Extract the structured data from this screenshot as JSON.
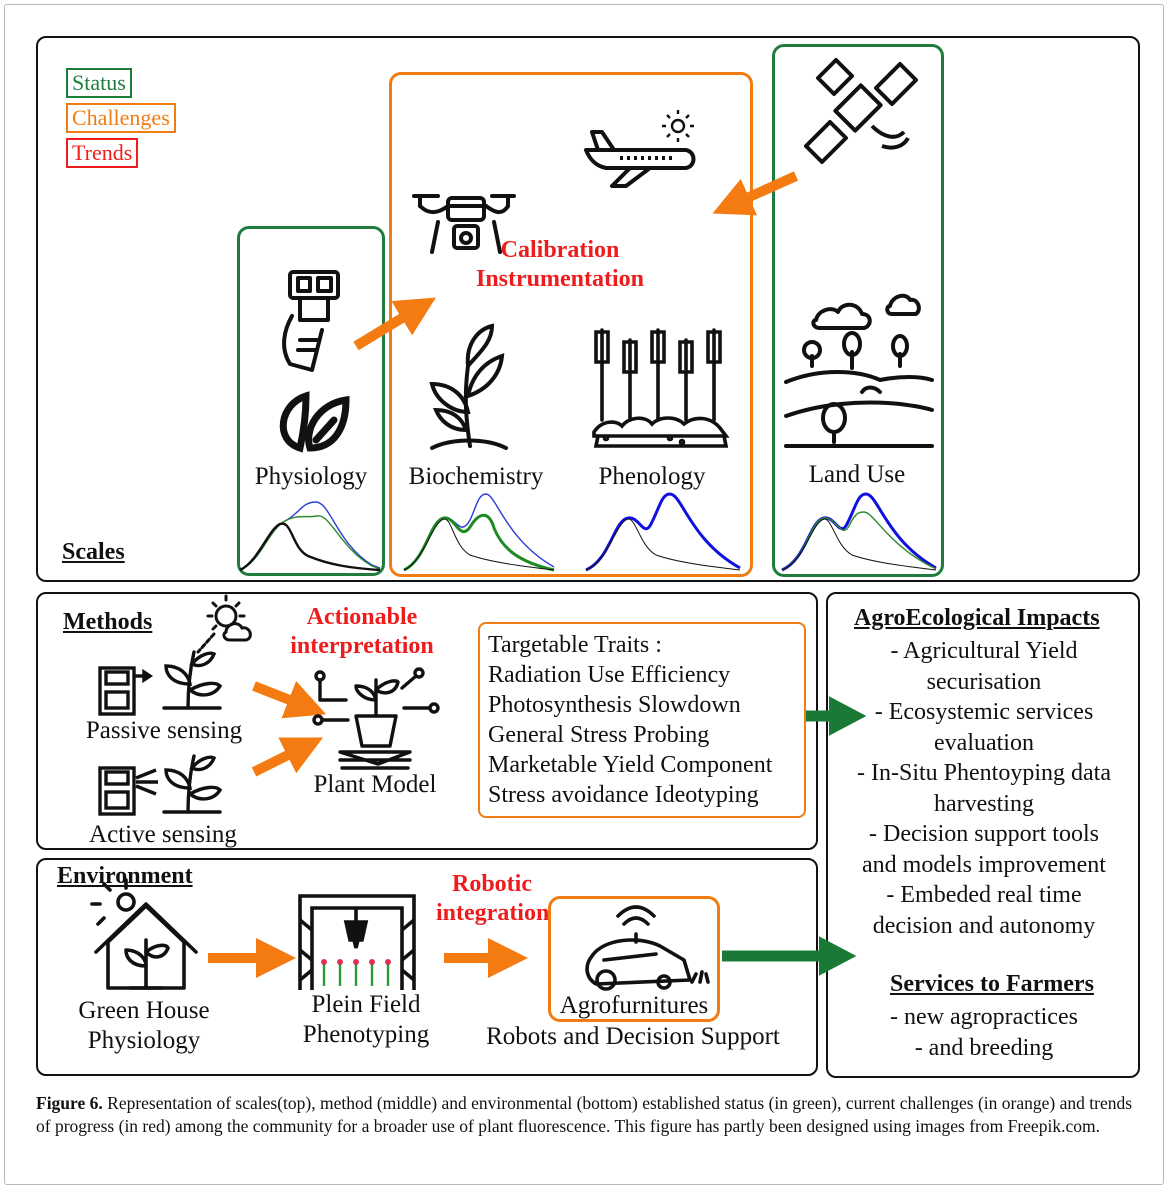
{
  "legend": {
    "status": "Status",
    "challenges": "Challenges",
    "trends": "Trends"
  },
  "colors": {
    "status": "#1e7d3c",
    "challenges": "#f07d14",
    "trends": "#ee1c1c"
  },
  "scales": {
    "header": "Scales",
    "labels": {
      "physiology": "Physiology",
      "biochemistry": "Biochemistry",
      "phenology": "Phenology",
      "land_use": "Land Use"
    },
    "calibration": [
      "Calibration",
      "Instrumentation"
    ]
  },
  "methods": {
    "header": "Methods",
    "actionable": [
      "Actionable",
      "interpretation"
    ],
    "passive": "Passive sensing",
    "active": "Active sensing",
    "plant_model": "Plant Model",
    "traits": [
      "Targetable Traits :",
      "Radiation Use Efficiency",
      "Photosynthesis Slowdown",
      "General Stress Probing",
      "Marketable Yield Component",
      "Stress avoidance Ideotyping"
    ]
  },
  "environment": {
    "header": "Environment",
    "greenhouse": [
      "Green House",
      "Physiology"
    ],
    "field": [
      "Plein Field",
      "Phenotyping"
    ],
    "robotic": [
      "Robotic",
      "integration"
    ],
    "agrofurnitures": "Agrofurnitures",
    "robots": "Robots and Decision Support"
  },
  "impacts": {
    "header": "AgroEcological Impacts",
    "items": [
      "- Agricultural Yield",
      "securisation",
      "- Ecosystemic services",
      "evaluation",
      "- In-Situ Phentoyping data",
      "harvesting",
      "- Decision support tools",
      "and models improvement",
      "- Embeded real time",
      "decision and autonomy"
    ],
    "services_header": "Services to Farmers",
    "services": [
      "- new agropractices",
      "- and breeding"
    ]
  },
  "caption": {
    "label": "Figure 6.",
    "text": " Representation of scales(top), method (middle) and environmental (bottom) established status (in green), current challenges (in orange) and trends of progress (in red) among the community for a broader use of plant fluorescence. This figure has partly been designed using images from Freepik.com."
  }
}
